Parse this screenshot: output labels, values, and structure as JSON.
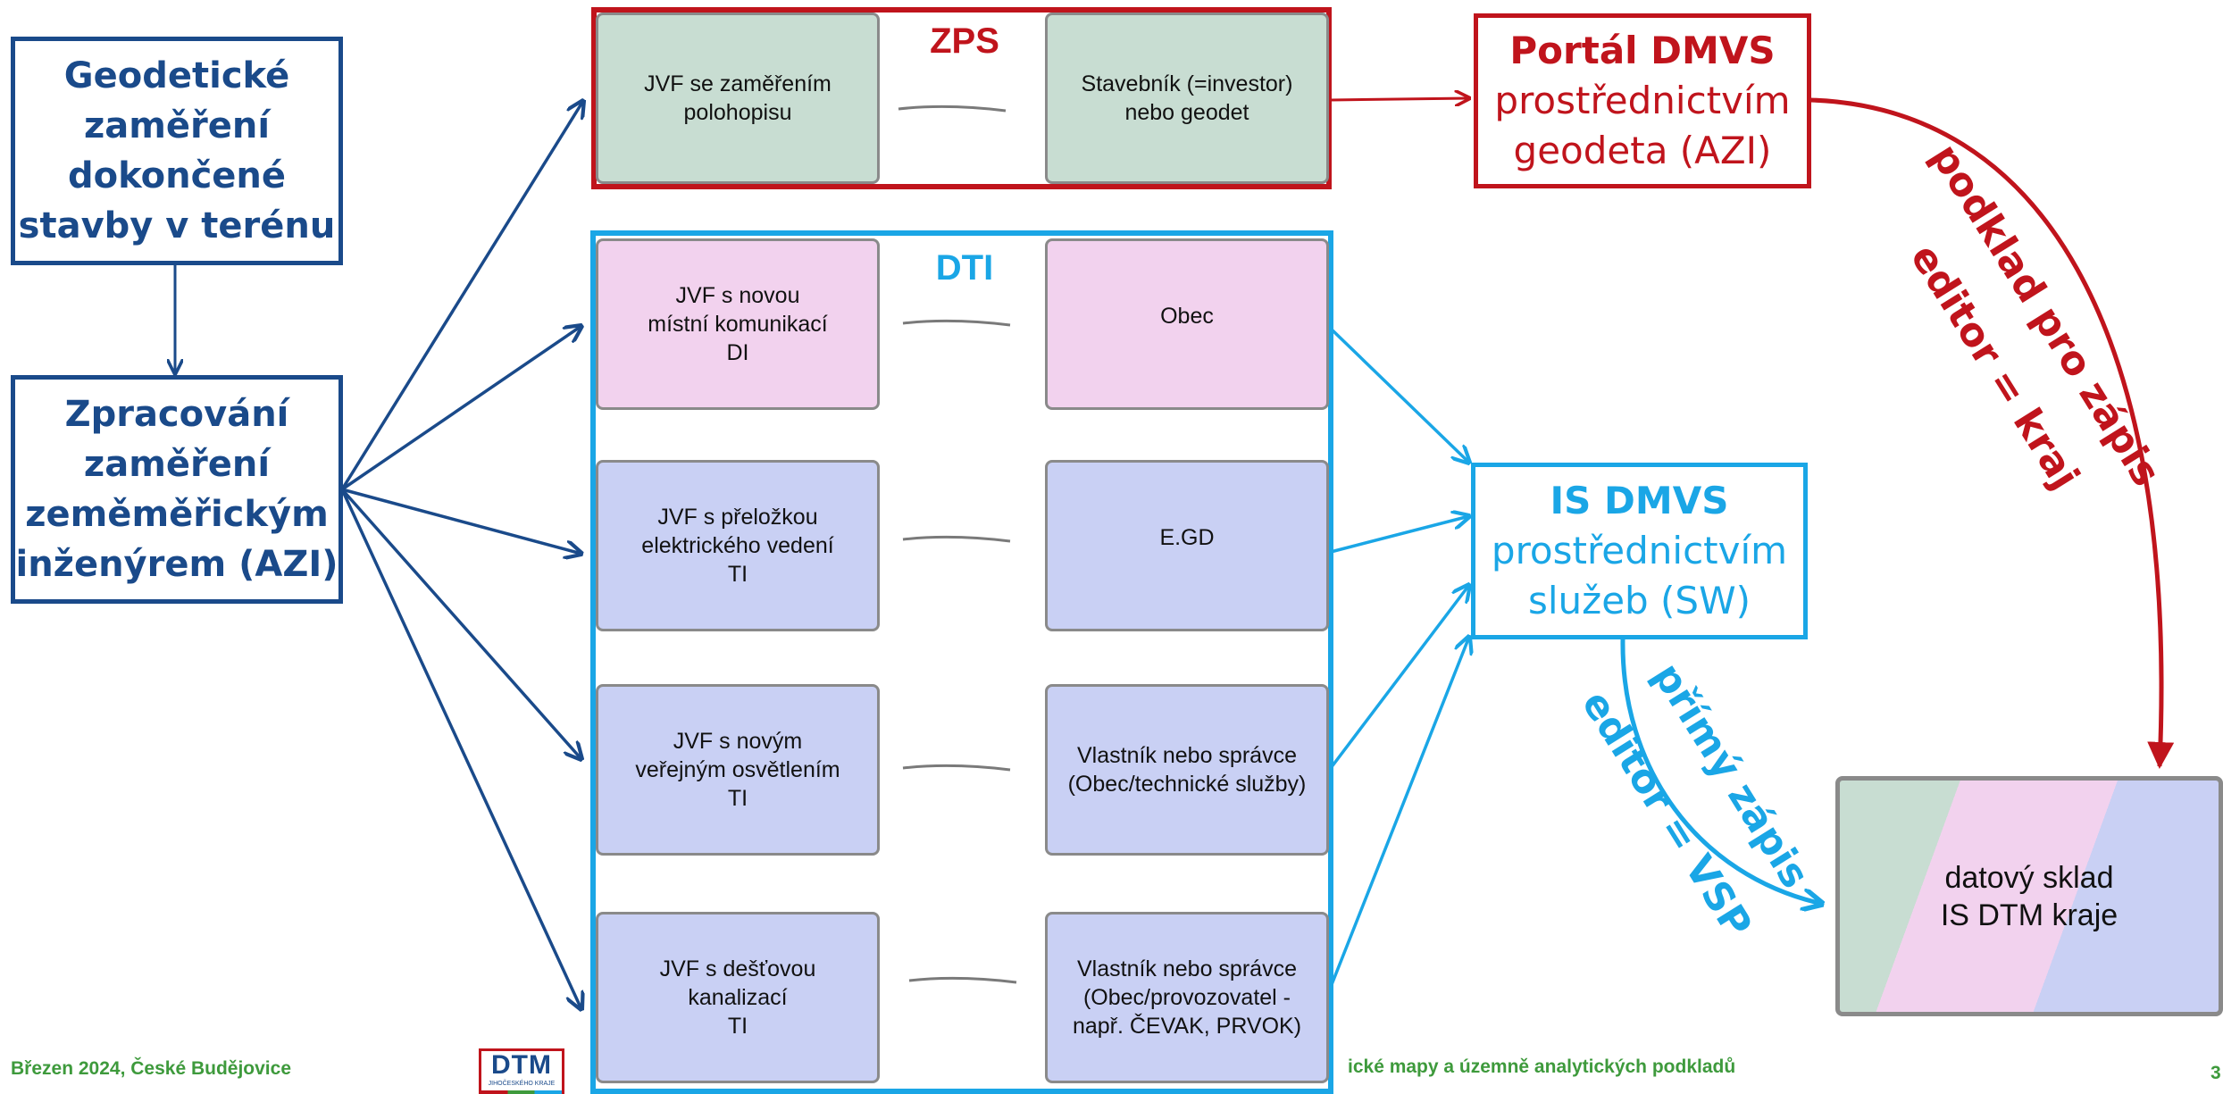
{
  "left_boxes": {
    "survey": "Geodetické\nzaměření\ndokončené\nstavby v terénu",
    "processing": "Zpracování\nzaměření\nzeměměřickým\ninženýrem (AZI)"
  },
  "zps": {
    "title": "ZPS",
    "left": "JVF se zaměřením\npolohopisu",
    "right": "Stavebník (=investor)\nnebo geodet"
  },
  "dti": {
    "title": "DTI",
    "rows": [
      {
        "left": "JVF s novou\nmístní komunikací\nDI",
        "right": "Obec"
      },
      {
        "left": "JVF s přeložkou\nelektrického vedení\nTI",
        "right": "E.GD"
      },
      {
        "left": "JVF s novým\nveřejným osvětlením\nTI",
        "right": "Vlastník nebo správce\n(Obec/technické služby)"
      },
      {
        "left": "JVF s dešťovou\nkanalizací\nTI",
        "right": "Vlastník nebo správce\n(Obec/provozovatel -\nnapř. ČEVAK, PRVOK)"
      }
    ]
  },
  "portal": {
    "line1": "Portál DMVS",
    "line2": "prostřednictvím",
    "line3": "geodeta (AZI)"
  },
  "is_dmvs": {
    "line1": "IS DMVS",
    "line2": "prostřednictvím",
    "line3": "služeb (SW)"
  },
  "red_label": {
    "line1": "podklad pro zápis",
    "line2": "editor = kraj"
  },
  "blue_label": {
    "line1": "přímý zápis",
    "line2": "editor = VSP"
  },
  "storage": "datový sklad\nIS DTM kraje",
  "footer": {
    "left": "Březen 2024, České Budějovice",
    "logo": "DTM",
    "logo_sub": "JIHOČESKÉHO KRAJE",
    "center": "ické mapy a územně analytických podkladů",
    "page": "3"
  },
  "colors": {
    "navy": "#1a4a8a",
    "red": "#c0141c",
    "cyan": "#1aa6e6",
    "green_cell": "#c8ddd2",
    "pink_cell": "#f2d2ee",
    "blue_cell": "#c9d0f4",
    "footer_green": "#3e9a3c"
  }
}
